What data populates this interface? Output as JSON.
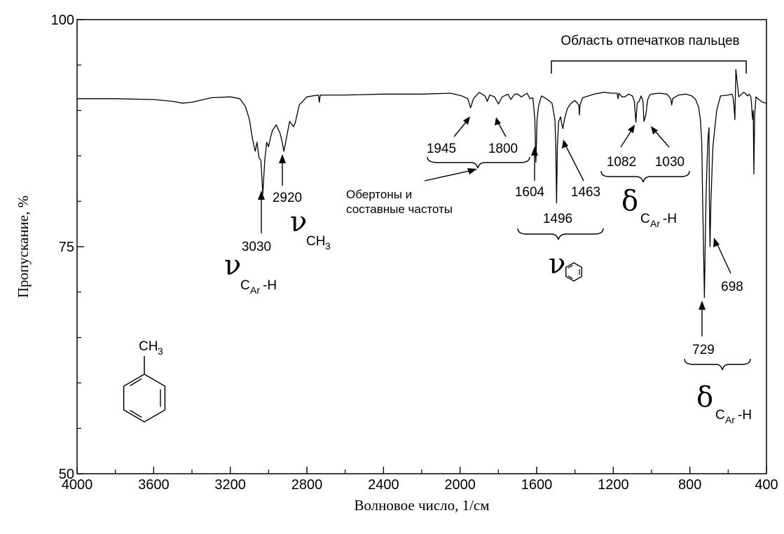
{
  "chart_data": {
    "type": "line",
    "xlabel": "Волновое число, 1/см",
    "ylabel": "Пропускание, %",
    "xlim": [
      4000,
      400
    ],
    "ylim": [
      50,
      100
    ],
    "x_ticks": [
      "4000",
      "3600",
      "3200",
      "2800",
      "2400",
      "2000",
      "1600",
      "1200",
      "800",
      "400"
    ],
    "y_ticks": [
      "50",
      "75",
      "100"
    ],
    "grid": false,
    "series": [
      {
        "x": [
          4000,
          3800,
          3600,
          3500,
          3450,
          3400,
          3300,
          3200,
          3150,
          3120,
          3100,
          3085,
          3070,
          3060,
          3050,
          3040,
          3030,
          3020,
          3010,
          3000,
          2990,
          2980,
          2960,
          2940,
          2930,
          2920,
          2910,
          2890,
          2870,
          2860,
          2840,
          2800,
          2740,
          2735,
          2730,
          2600,
          2400,
          2200,
          2050,
          1990,
          1960,
          1945,
          1930,
          1900,
          1870,
          1858,
          1845,
          1820,
          1800,
          1780,
          1750,
          1735,
          1715,
          1700,
          1680,
          1650,
          1635,
          1620,
          1610,
          1604,
          1598,
          1590,
          1575,
          1550,
          1520,
          1505,
          1500,
          1496,
          1492,
          1485,
          1475,
          1470,
          1463,
          1455,
          1440,
          1420,
          1400,
          1380,
          1377,
          1374,
          1360,
          1330,
          1300,
          1250,
          1210,
          1180,
          1175,
          1170,
          1155,
          1140,
          1120,
          1100,
          1090,
          1082,
          1075,
          1065,
          1055,
          1045,
          1040,
          1030,
          1020,
          1010,
          1000,
          960,
          920,
          900,
          895,
          890,
          860,
          820,
          790,
          770,
          755,
          745,
          738,
          734,
          729,
          724,
          720,
          715,
          710,
          705,
          700,
          698,
          695,
          690,
          680,
          660,
          640,
          600,
          580,
          575,
          570,
          565,
          560,
          545,
          530,
          520,
          510,
          500,
          490,
          482,
          478,
          475,
          472,
          469,
          466,
          462,
          455,
          440,
          420,
          400
        ],
        "y": [
          91.3,
          91.3,
          91.2,
          91.0,
          90.8,
          90.9,
          91.4,
          91.5,
          91.3,
          90.4,
          89.0,
          87.0,
          85.5,
          86.5,
          84.8,
          84.5,
          80.8,
          84.5,
          86.5,
          86.0,
          87.0,
          87.8,
          88.4,
          87.5,
          86.6,
          85.5,
          86.6,
          88.8,
          88.2,
          88.7,
          90.6,
          91.5,
          91.7,
          90.9,
          91.7,
          91.7,
          91.8,
          91.8,
          91.9,
          91.6,
          91.3,
          90.3,
          91.3,
          92.0,
          91.6,
          91.0,
          91.7,
          91.5,
          90.7,
          91.5,
          91.8,
          91.2,
          91.8,
          91.8,
          91.5,
          91.9,
          91.3,
          91.4,
          89.2,
          84.3,
          89.0,
          90.5,
          91.6,
          91.3,
          90.8,
          89.0,
          86.0,
          79.8,
          86.0,
          88.8,
          89.3,
          88.6,
          88.0,
          89.0,
          90.2,
          90.8,
          91.1,
          90.6,
          89.5,
          90.6,
          91.4,
          91.6,
          91.8,
          92.0,
          91.9,
          91.9,
          91.3,
          91.9,
          91.5,
          91.5,
          91.8,
          91.6,
          91.0,
          88.7,
          90.8,
          91.0,
          91.6,
          91.0,
          88.8,
          89.5,
          91.2,
          91.7,
          91.8,
          91.9,
          91.8,
          91.3,
          90.6,
          91.3,
          91.7,
          91.8,
          91.6,
          91.2,
          90.4,
          89.0,
          86.5,
          81.0,
          75.0,
          69.4,
          75.0,
          81.0,
          84.5,
          87.0,
          88.1,
          80.0,
          75.0,
          80.0,
          86.0,
          90.0,
          91.6,
          91.7,
          91.8,
          91.5,
          90.6,
          89.0,
          94.5,
          91.5,
          91.8,
          92.0,
          91.9,
          91.6,
          91.8,
          91.5,
          90.7,
          89.6,
          89.0,
          90.0,
          83.0,
          89.5,
          91.5,
          91.2,
          90.9,
          90.8
        ]
      }
    ],
    "annotations": {
      "fingerprint": "Область отпечатков пальцев",
      "p3030": "3030",
      "p2920": "2920",
      "p1945": "1945",
      "p1800": "1800",
      "overtones_line1": "Обертоны и",
      "overtones_line2": "составные частоты",
      "p1604": "1604",
      "p1463": "1463",
      "p1496": "1496",
      "p1082": "1082",
      "p1030": "1030",
      "p729": "729",
      "p698": "698"
    },
    "labels": {
      "nu": "ν",
      "delta": "δ",
      "c_ar_h_c": "C",
      "c_ar_h_ar": "Ar",
      "c_ar_h_h": "-H",
      "ch3_ch": "CH",
      "ch3_3": "3"
    },
    "molecule": {
      "substituent": "CH",
      "subscript": "3"
    }
  }
}
